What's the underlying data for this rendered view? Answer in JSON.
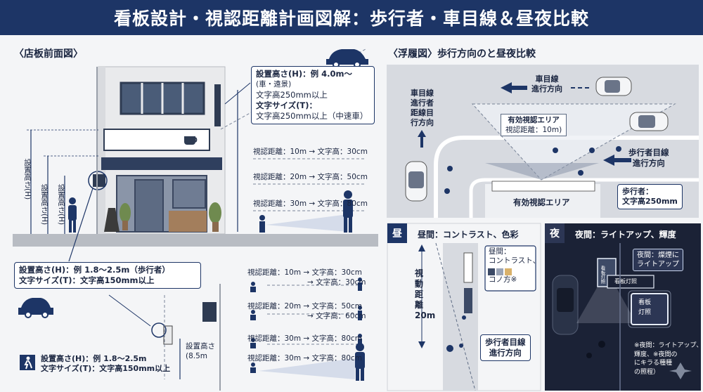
{
  "header": {
    "title": "看板設計・視認距離計画図解：歩行者・車目線＆昼夜比較"
  },
  "left": {
    "section_title": "〈店板前面図〉",
    "top_callout": {
      "line1": "設置高さ(H)：例 4.0m～",
      "line2": "(車・遠景)",
      "line3": "文字高250mm以上",
      "line4": "文字サイズ(T)：",
      "line5": "文字高250mm以上（中速車）"
    },
    "height_labels": [
      "設置高さ(H)",
      "設置高さ(H)",
      "設置高さ(H)"
    ],
    "distances_top": [
      "視認距離：10m → 文字高：30cm",
      "視認距離：20m → 文字高：50cm",
      "視認距離：30m → 文字高：80cm"
    ],
    "mid_callout": {
      "line1": "設置高さ(H)：例 1.8～2.5m（歩行者）",
      "line2": "文字サイズ(T)：文字高150mm以上"
    },
    "distances_bottom": [
      "視認距離：10m → 文字高：30cm",
      "→ 文字高：30cm",
      "視認距離：20m → 文字高：50cm",
      "→ 文字高：60cm",
      "視認距離：30m → 文字高：80cm",
      "視認距離：30m → 文字高：80cm"
    ],
    "pole_height": {
      "line1": "設置高さ",
      "line2": "(8.5m"
    },
    "bottom_callout": {
      "line1": "設置高さ(H)：例 1.8～2.5m",
      "line2": "文字サイズ(T)：文字高150mm以上"
    }
  },
  "right": {
    "section_title": "〈浮履図〉歩行方向のと昼夜比較",
    "car_direction_top": {
      "line1": "車目線",
      "line2": "進行方向"
    },
    "car_direction_side": [
      "車目線",
      "進行者",
      "距線目",
      "行方向"
    ],
    "effective_area": {
      "line1": "有効視認エリア",
      "line2": "視認距離：10m)"
    },
    "pedestrian_direction": {
      "line1": "歩行者目線",
      "line2": "進行方向"
    },
    "effective_area_bottom": "有効視認エリア",
    "pedestrian_box": {
      "line1": "歩行者：",
      "line2": "文字高250mm"
    },
    "day": {
      "tag": "昼",
      "title": "昼間：コントラスト、色彩",
      "distance_label": [
        "視",
        "動",
        "距",
        "離"
      ],
      "distance_value": "20m",
      "sign_note": {
        "line1": "昼間：",
        "line2": "コントラスト、",
        "line3": "コノ方※"
      },
      "ped_box": {
        "line1": "歩行者目線",
        "line2": "進行方向"
      }
    },
    "night": {
      "tag": "夜",
      "title": "夜間：ライトアップ、輝度",
      "note_box": {
        "line1": "夜間：燦煙に",
        "line2": "ライトアップ"
      },
      "sign_top": "看板灯照",
      "sign_bottom_1": "看板",
      "sign_bottom_2": "灯照",
      "sign_strip": "看板灯照",
      "footnote": [
        "※夜間：ライトアップ、",
        "輝度、※夜間の",
        "にキラる種種",
        "の照程）"
      ]
    }
  },
  "colors": {
    "navy": "#1d3566",
    "night_bg": "#1b2236",
    "road": "#d7dae0",
    "glow": "#e8eef8"
  }
}
